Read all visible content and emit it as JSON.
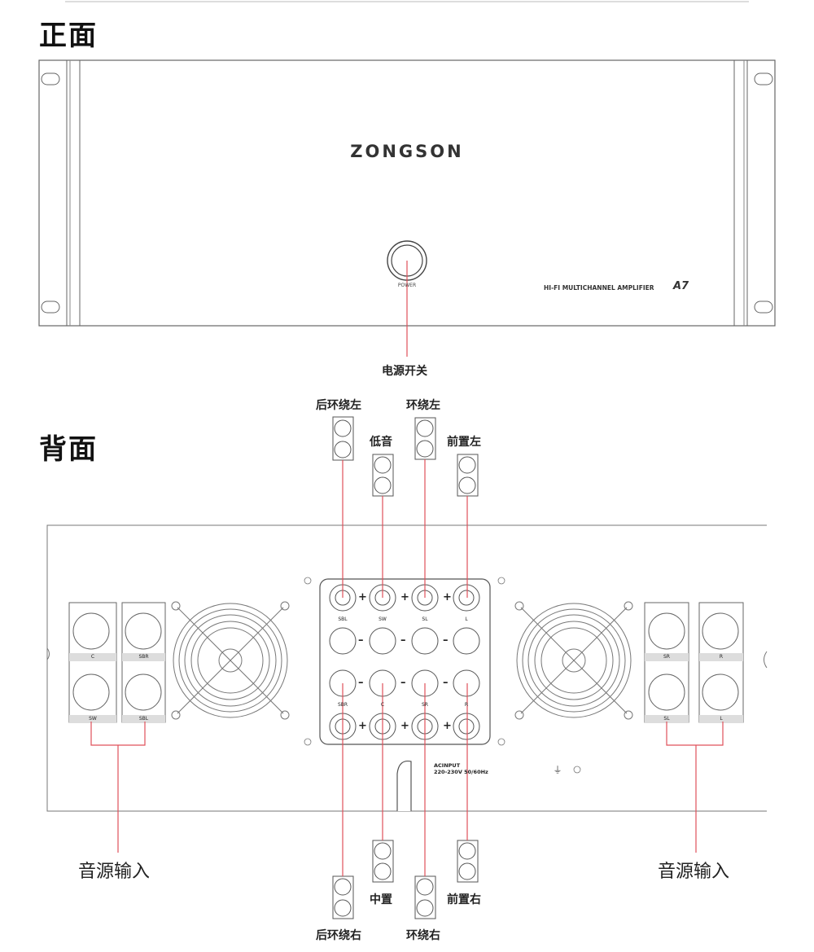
{
  "front": {
    "title": "正面",
    "brand": "ZONGSON",
    "power_label": "POWER",
    "model_text": "HI-FI MULTICHANNEL AMPLIFIER",
    "model_code": "A7",
    "power_callout": "电源开关"
  },
  "back": {
    "title": "背面",
    "speaker_top": [
      "后环绕左",
      "低音",
      "环绕左",
      "前置左"
    ],
    "speaker_bottom": [
      "后环绕右",
      "中置",
      "环绕右",
      "前置右"
    ],
    "terminal_labels_top": [
      "SBL",
      "SW",
      "SL",
      "L"
    ],
    "terminal_labels_bottom": [
      "SBR",
      "C",
      "SR",
      "R"
    ],
    "plus": "+",
    "minus": "–",
    "rca_left": [
      "C",
      "SBR",
      "SW",
      "SBL"
    ],
    "rca_right": [
      "SR",
      "R",
      "SL",
      "L"
    ],
    "ac_input_line1": "ACINPUT",
    "ac_input_line2": "220-230V 50/60Hz",
    "audio_input_left": "音源输入",
    "audio_input_right": "音源输入"
  },
  "colors": {
    "callout_line": "#e0505a",
    "outline": "#555555"
  }
}
